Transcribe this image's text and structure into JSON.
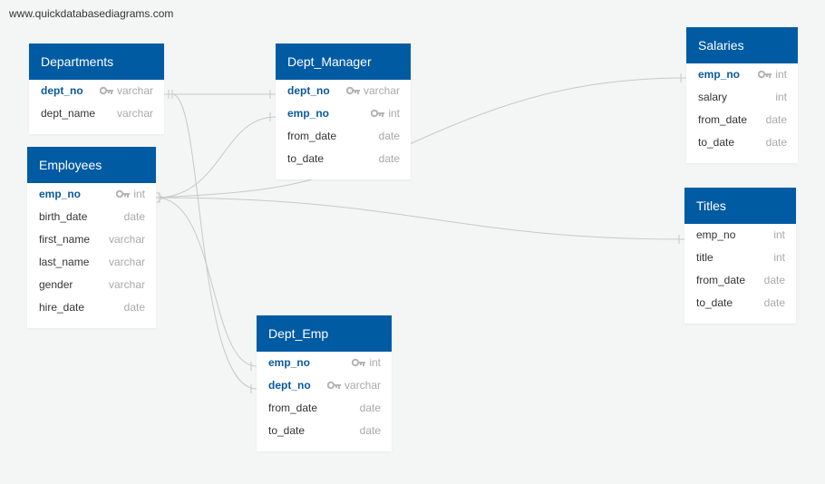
{
  "site": "www.quickdatabasediagrams.com",
  "colors": {
    "header": "#005ba3",
    "key_column": "#0a5a9c",
    "type_text": "#a9a9a9",
    "link": "#c8c8c8",
    "background": "#f4f5f5"
  },
  "tables": [
    {
      "id": "departments",
      "name": "Departments",
      "columns": [
        {
          "name": "dept_no",
          "type": "varchar",
          "key": true,
          "pk_icon": true
        },
        {
          "name": "dept_name",
          "type": "varchar",
          "key": false,
          "pk_icon": false
        }
      ]
    },
    {
      "id": "dept_manager",
      "name": "Dept_Manager",
      "columns": [
        {
          "name": "dept_no",
          "type": "varchar",
          "key": true,
          "pk_icon": true
        },
        {
          "name": "emp_no",
          "type": "int",
          "key": true,
          "pk_icon": true
        },
        {
          "name": "from_date",
          "type": "date",
          "key": false,
          "pk_icon": false
        },
        {
          "name": "to_date",
          "type": "date",
          "key": false,
          "pk_icon": false
        }
      ]
    },
    {
      "id": "salaries",
      "name": "Salaries",
      "columns": [
        {
          "name": "emp_no",
          "type": "int",
          "key": true,
          "pk_icon": true
        },
        {
          "name": "salary",
          "type": "int",
          "key": false,
          "pk_icon": false
        },
        {
          "name": "from_date",
          "type": "date",
          "key": false,
          "pk_icon": false
        },
        {
          "name": "to_date",
          "type": "date",
          "key": false,
          "pk_icon": false
        }
      ]
    },
    {
      "id": "employees",
      "name": "Employees",
      "columns": [
        {
          "name": "emp_no",
          "type": "int",
          "key": true,
          "pk_icon": true
        },
        {
          "name": "birth_date",
          "type": "date",
          "key": false,
          "pk_icon": false
        },
        {
          "name": "first_name",
          "type": "varchar",
          "key": false,
          "pk_icon": false
        },
        {
          "name": "last_name",
          "type": "varchar",
          "key": false,
          "pk_icon": false
        },
        {
          "name": "gender",
          "type": "varchar",
          "key": false,
          "pk_icon": false
        },
        {
          "name": "hire_date",
          "type": "date",
          "key": false,
          "pk_icon": false
        }
      ]
    },
    {
      "id": "titles",
      "name": "Titles",
      "columns": [
        {
          "name": "emp_no",
          "type": "int",
          "key": false,
          "pk_icon": false
        },
        {
          "name": "title",
          "type": "int",
          "key": false,
          "pk_icon": false
        },
        {
          "name": "from_date",
          "type": "date",
          "key": false,
          "pk_icon": false
        },
        {
          "name": "to_date",
          "type": "date",
          "key": false,
          "pk_icon": false
        }
      ]
    },
    {
      "id": "dept_emp",
      "name": "Dept_Emp",
      "columns": [
        {
          "name": "emp_no",
          "type": "int",
          "key": true,
          "pk_icon": true
        },
        {
          "name": "dept_no",
          "type": "varchar",
          "key": true,
          "pk_icon": true
        },
        {
          "name": "from_date",
          "type": "date",
          "key": false,
          "pk_icon": false
        },
        {
          "name": "to_date",
          "type": "date",
          "key": false,
          "pk_icon": false
        }
      ]
    }
  ],
  "relationships": [
    {
      "from": "departments.dept_no",
      "to": "dept_manager.dept_no"
    },
    {
      "from": "departments.dept_no",
      "to": "dept_emp.dept_no"
    },
    {
      "from": "employees.emp_no",
      "to": "dept_manager.emp_no"
    },
    {
      "from": "employees.emp_no",
      "to": "salaries.emp_no"
    },
    {
      "from": "employees.emp_no",
      "to": "titles.emp_no"
    },
    {
      "from": "employees.emp_no",
      "to": "dept_emp.emp_no"
    }
  ]
}
